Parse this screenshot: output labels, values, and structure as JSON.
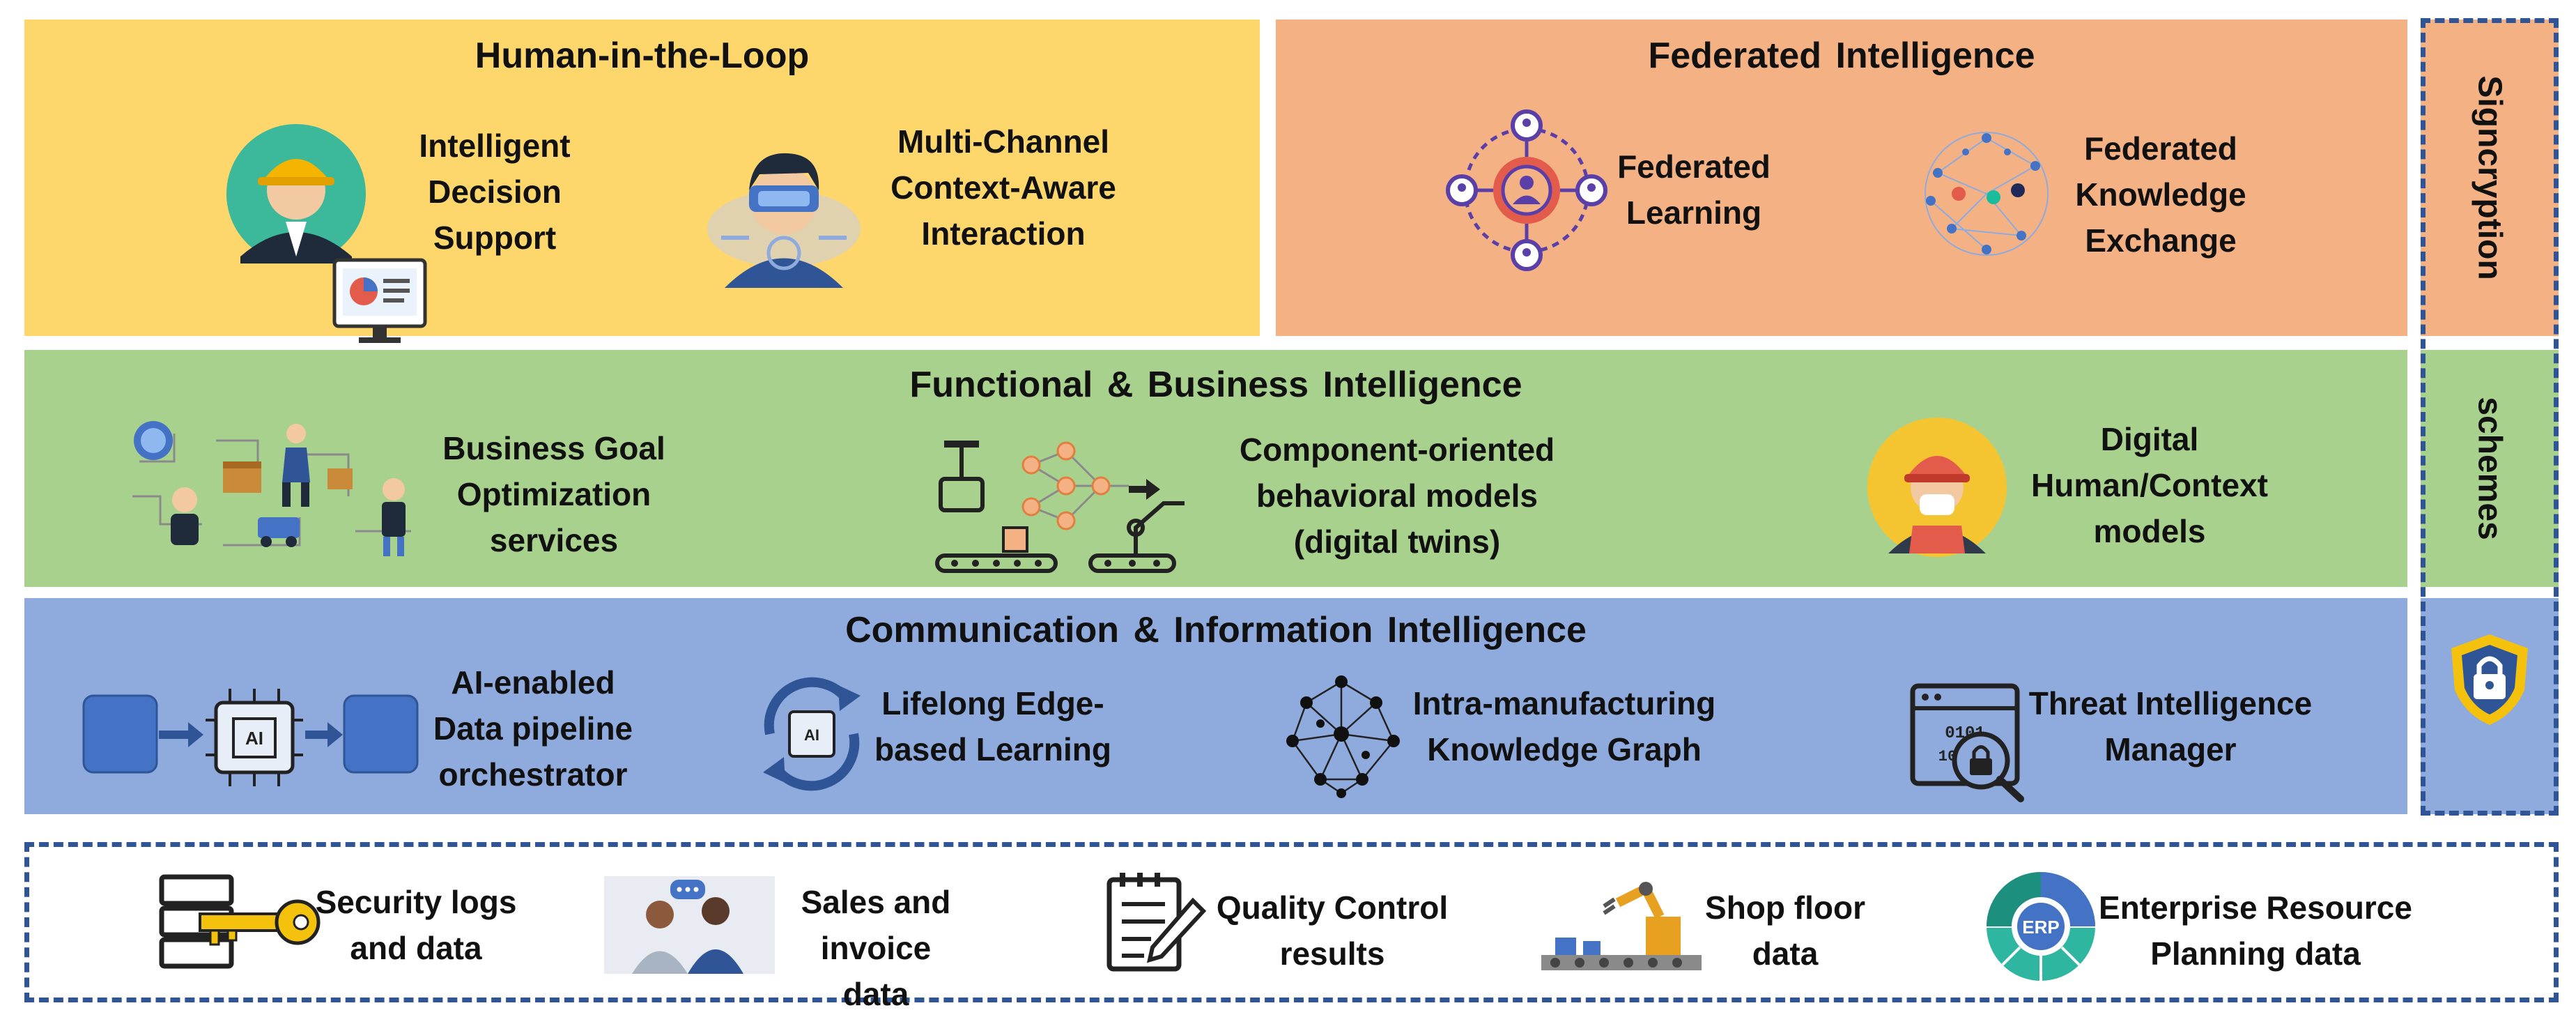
{
  "colors": {
    "hitl": "#FDD76C",
    "federated": "#F4B183",
    "functional": "#A9D18E",
    "communication": "#8FAADC",
    "dashed_border": "#2F5597",
    "box_blue": "#4472C4"
  },
  "hitl": {
    "title": "Human-in-the-Loop",
    "items": [
      {
        "label": "Intelligent\nDecision\nSupport",
        "icon": "engineer-dashboard-icon"
      },
      {
        "label": "Multi-Channel\nContext-Aware\nInteraction",
        "icon": "vr-headset-user-icon"
      }
    ]
  },
  "federated": {
    "title": "Federated Intelligence",
    "items": [
      {
        "label": "Federated\nLearning",
        "icon": "federated-network-icon"
      },
      {
        "label": "Federated\nKnowledge\nExchange",
        "icon": "knowledge-network-icon"
      }
    ]
  },
  "functional": {
    "title": "Functional  & Business  Intelligence",
    "items": [
      {
        "label": "Business Goal\nOptimization\nservices",
        "icon": "business-process-icon"
      },
      {
        "label": "Component-oriented\nbehavioral models\n(digital twins)",
        "icon": "digital-twin-robot-icon"
      },
      {
        "label": "Digital\nHuman/Context\nmodels",
        "icon": "worker-avatar-icon"
      }
    ]
  },
  "communication": {
    "title": "Communication  & Information  Intelligence",
    "items": [
      {
        "label": "AI-enabled\nData pipeline\norchestrator",
        "icon": "ai-chip-pipeline-icon"
      },
      {
        "label": "Lifelong Edge-\nbased Learning",
        "icon": "ai-chip-cycle-icon"
      },
      {
        "label": "Intra-manufacturing\nKnowledge Graph",
        "icon": "knowledge-graph-icon"
      },
      {
        "label": "Threat Intelligence\nManager",
        "icon": "threat-analysis-icon"
      }
    ]
  },
  "security_column": {
    "label_top": "Signcryption",
    "label_bottom": "schemes",
    "icon": "shield-lock-icon"
  },
  "data_sources": [
    {
      "label": "Security logs\nand data",
      "icon": "server-key-icon"
    },
    {
      "label": "Sales and\ninvoice data",
      "icon": "people-talking-icon"
    },
    {
      "label": "Quality Control\nresults",
      "icon": "checklist-pen-icon"
    },
    {
      "label": "Shop floor\ndata",
      "icon": "robot-arm-conveyor-icon"
    },
    {
      "label": "Enterprise Resource\nPlanning data",
      "icon": "erp-wheel-icon"
    }
  ]
}
